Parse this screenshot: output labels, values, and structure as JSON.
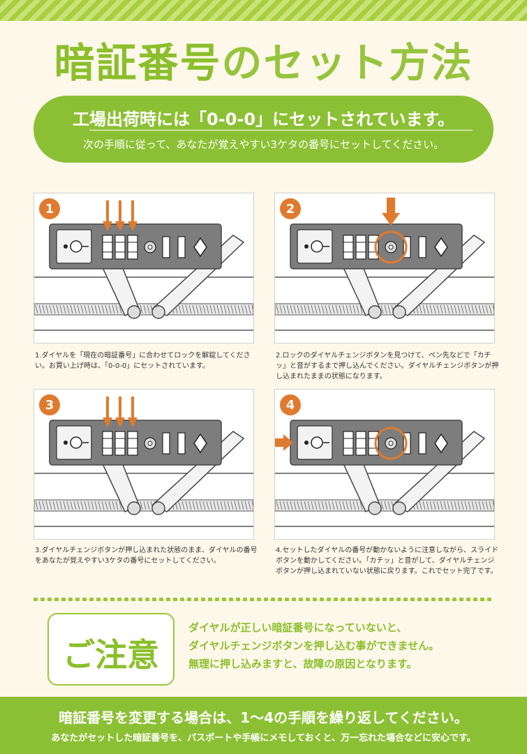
{
  "title": {
    "part1": "暗証番号",
    "part2": "のセット方法"
  },
  "banner": {
    "line1": "工場出荷時には「0-0-0」にセットされています。",
    "line2": "次の手順に従って、あなたが覚えやすい3ケタの番号にセットしてください。"
  },
  "steps": [
    {
      "number": "1",
      "caption": "1.ダイヤルを「現在の暗証番号」に合わせてロックを解錠してください。お買い上げ時は、「0-0-0」にセットされています。"
    },
    {
      "number": "2",
      "caption": "2.ロックのダイヤルチェンジボタンを見つけて、ペン先などで「カチッ」と音がするまで押し込んでください。ダイヤルチェンジボタンが押し込まれたままの状態になります。"
    },
    {
      "number": "3",
      "caption": "3.ダイヤルチェンジボタンが押し込まれた状態のまま、ダイヤルの番号をあなたが覚えやすい3ケタの番号にセットしてください。"
    },
    {
      "number": "4",
      "caption": "4.セットしたダイヤルの番号が動かないように注意しながら、スライドボタンを動かしてください。「カチッ」と音がして、ダイヤルチェンジボタンが押し込まれていない状態に戻ります。これでセット完了です。"
    }
  ],
  "caution": {
    "label": "ご注意",
    "lines": [
      "ダイヤルが正しい暗証番号になっていないと、",
      "ダイヤルチェンジボタンを押し込む事ができません。",
      "無理に押し込みますと、故障の原因となります。"
    ]
  },
  "footer": {
    "line1": "暗証番号を変更する場合は、1～4の手順を繰り返してください。",
    "line2": "あなたがセットした暗証番号を、パスポートや手帳にメモしておくと、万一忘れた場合などに安心です。"
  },
  "colors": {
    "green": "#8cc034",
    "orange": "#e07a2e",
    "lock_gray": "#7d7d7d",
    "cream": "#fdf8ea"
  },
  "icons": [
    "down-arrow-icon",
    "right-arrow-icon",
    "highlight-circle-icon",
    "step-number-badge"
  ]
}
